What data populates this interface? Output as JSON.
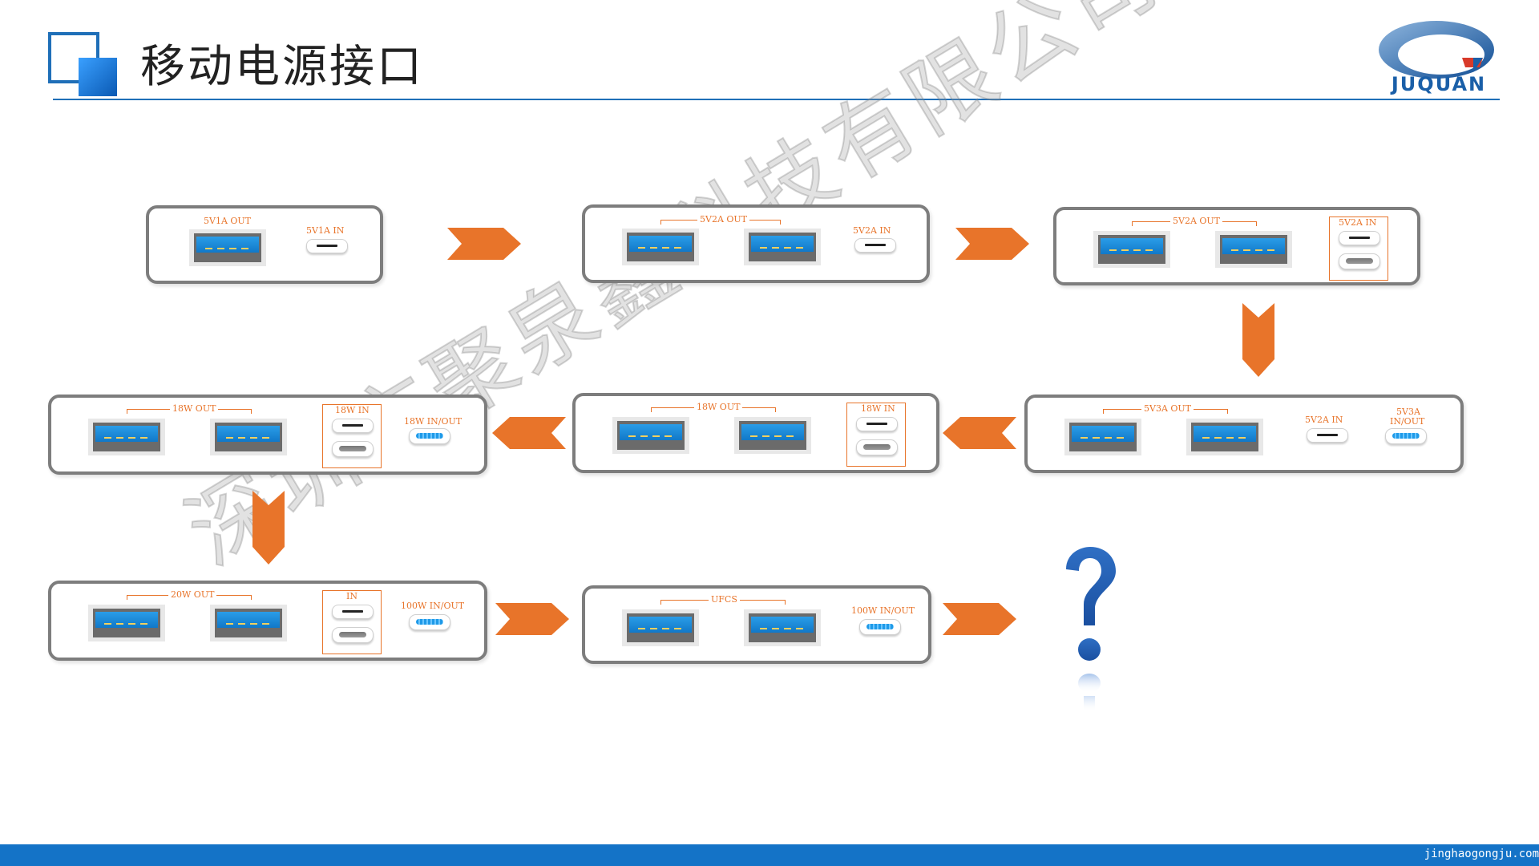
{
  "header": {
    "title": "移动电源接口",
    "logo_text": "JUQUAN"
  },
  "watermark": "深圳市聚泉鑫科技有限公司",
  "footer": {
    "text": "jinghaogongju.com"
  },
  "colors": {
    "accent_blue": "#1f6fb8",
    "arrow_orange": "#e8742a",
    "frame_gray": "#7d7d7d"
  },
  "devices": [
    {
      "labels": [
        "5V1A OUT",
        "5V1A IN"
      ]
    },
    {
      "labels": [
        "5V2A OUT",
        "5V2A IN"
      ]
    },
    {
      "labels": [
        "5V2A OUT",
        "5V2A IN"
      ]
    },
    {
      "labels": [
        "5V3A OUT",
        "5V2A IN",
        "5V3A",
        "IN/OUT"
      ]
    },
    {
      "labels": [
        "18W OUT",
        "18W IN"
      ]
    },
    {
      "labels": [
        "18W OUT",
        "18W IN",
        "18W IN/OUT"
      ]
    },
    {
      "labels": [
        "20W OUT",
        "IN",
        "100W IN/OUT"
      ]
    },
    {
      "labels": [
        "UFCS",
        "100W IN/OUT"
      ]
    }
  ],
  "question_icon": "question-mark-icon"
}
